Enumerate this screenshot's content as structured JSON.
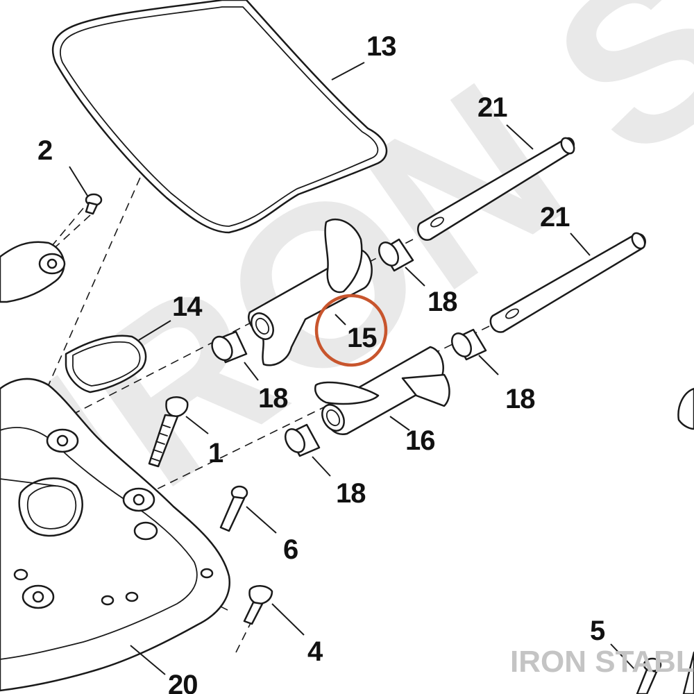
{
  "diagram": {
    "callouts": [
      {
        "id": "c13",
        "label": "13"
      },
      {
        "id": "c21a",
        "label": "21"
      },
      {
        "id": "c21b",
        "label": "21"
      },
      {
        "id": "c2",
        "label": "2"
      },
      {
        "id": "c14",
        "label": "14"
      },
      {
        "id": "c15",
        "label": "15",
        "highlighted": true
      },
      {
        "id": "c18a",
        "label": "18"
      },
      {
        "id": "c18b",
        "label": "18"
      },
      {
        "id": "c18c",
        "label": "18"
      },
      {
        "id": "c18d",
        "label": "18"
      },
      {
        "id": "c16",
        "label": "16"
      },
      {
        "id": "c1",
        "label": "1"
      },
      {
        "id": "c6",
        "label": "6"
      },
      {
        "id": "c4",
        "label": "4"
      },
      {
        "id": "c5",
        "label": "5"
      },
      {
        "id": "c20",
        "label": "20"
      }
    ],
    "highlight_color": "#c8552d"
  },
  "watermark": {
    "background_text": "IRON STABLE",
    "corner_text": "IRON STABLE"
  }
}
